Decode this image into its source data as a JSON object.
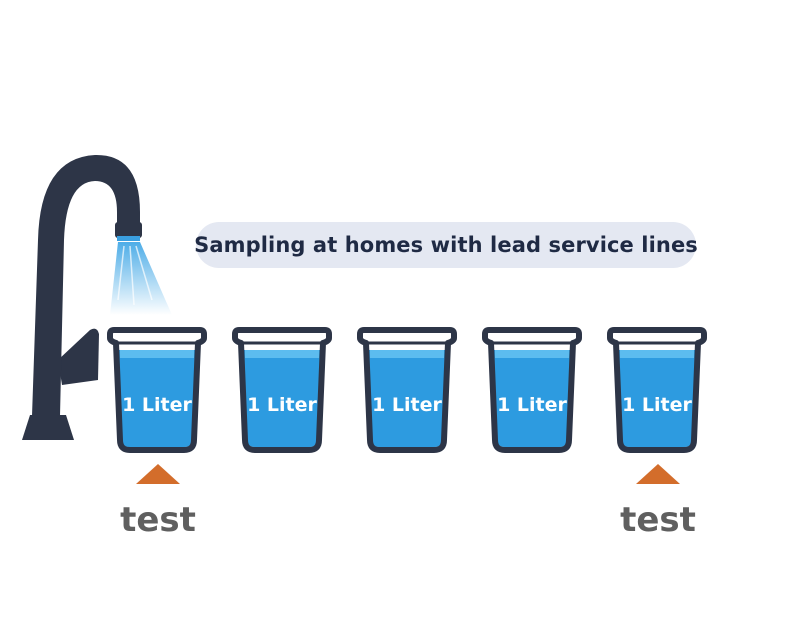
{
  "title": "Sampling at homes with lead service lines",
  "beakers": [
    {
      "label": "1 Liter",
      "tested": true
    },
    {
      "label": "1 Liter",
      "tested": false
    },
    {
      "label": "1 Liter",
      "tested": false
    },
    {
      "label": "1 Liter",
      "tested": false
    },
    {
      "label": "1 Liter",
      "tested": true
    }
  ],
  "tests": [
    {
      "label": "test"
    },
    {
      "label": "test"
    }
  ],
  "colors": {
    "faucet": "#2d3547",
    "water": "#2d9be0",
    "water_light": "#5cbcef",
    "beaker_outline": "#2d3547",
    "marker": "#d36d2b",
    "pill": "#e4e8f2"
  },
  "icons": {
    "faucet": "faucet-icon",
    "beaker": "beaker-icon",
    "marker": "triangle-marker-icon"
  }
}
